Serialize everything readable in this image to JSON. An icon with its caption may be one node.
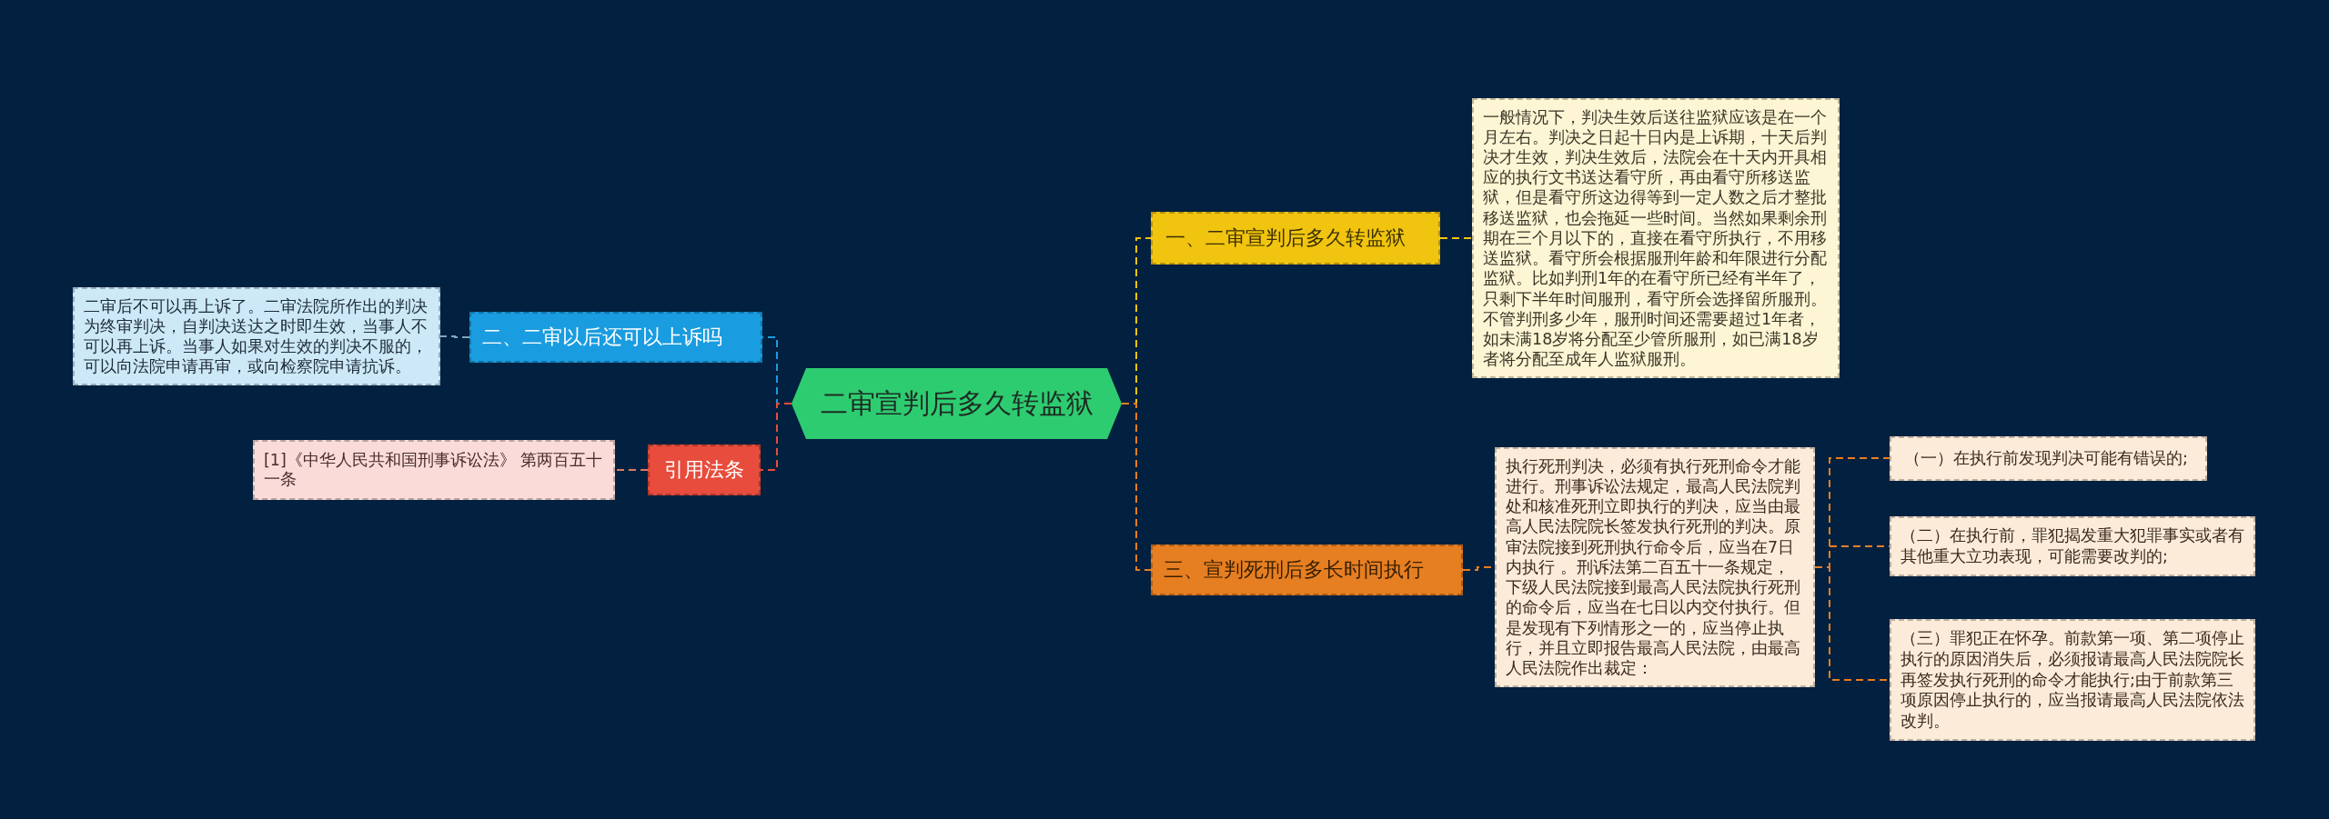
{
  "diagram": {
    "nodes": [
      {
        "text": [
          "二审宣判后多久转监狱"
        ]
      },
      {
        "text": [
          "一、二审宣判后多久转监狱"
        ]
      },
      {
        "text": [
          "一般情况下，判决生效后送往监狱应该是在一个月左右。判决之日起十日内是上诉期，十天后判决才生效，判决生效后，法院会在十天内开具相应的执行文书送达看守所，再由看守所移送监狱，但是看守所这边得等到一定人数之后才整批移送监狱，也会拖延一些时间。当然如果剩余刑期在三个月以下的，直接在看守所执行，不用移送监狱。看守所会根据服刑年龄和年限进行分配监狱。比如判刑1年的在看守所已经有半年了，只剩下半年时间服刑，看守所会选择留所服刑。不管判刑多少年，服刑时间还需要超过1年者，如未满18岁将分配至少管所服刑，如已满18岁者将分配至成年人监狱服刑。"
        ]
      },
      {
        "text": [
          "二、二审以后还可以上诉吗"
        ]
      },
      {
        "text": [
          "二审后不可以再上诉了。二审法院所作出的判决为终审判决，自判决送达之时即生效，当事人不可以再上诉。当事人如果对生效的判决不服的，可以向法院申请再审，或向检察院申请抗诉。"
        ]
      },
      {
        "text": [
          "引用法条"
        ]
      },
      {
        "text": [
          "[1]《中华人民共和国刑事诉讼法》 第两百五十一条"
        ]
      },
      {
        "text": [
          "三、宣判死刑后多长时间执行"
        ]
      },
      {
        "text": [
          "执行死刑判决，必须有执行死刑命令才能进行。刑事诉讼法规定，最高人民法院判处和核准死刑立即执行的判决，应当由最高人民法院院长签发执行死刑的判决。原审法院接到死刑执行命令后，应当在7日内执行 。刑诉法第二百五十一条规定，下级人民法院接到最高人民法院执行死刑的命令后，应当在七日以内交付执行。但是发现有下列情形之一的，应当停止执行，并且立即报告最高人民法院，由最高人民法院作出裁定："
        ]
      },
      {
        "text": [
          "（一）在执行前发现判决可能有错误的;"
        ]
      },
      {
        "text": [
          "（二）在执行前，罪犯揭发重大犯罪事实或者有其他重大立功表现，可能需要改判的;"
        ]
      },
      {
        "text": [
          "（三）罪犯正在怀孕。前款第一项、第二项停止执行的原因消失后，必须报请最高人民法院院长再签发执行死刑的命令才能执行;由于前款第三项原因停止执行的，应当报请最高人民法院依法改判。"
        ]
      }
    ],
    "edges": [
      {
        "from": 0,
        "to": 1,
        "arrow": "none",
        "style": "dashed",
        "color": "#f1c40f"
      },
      {
        "from": 1,
        "to": 2,
        "arrow": "none",
        "style": "dashed",
        "color": "#f1c40f"
      },
      {
        "from": 0,
        "to": 3,
        "arrow": "none",
        "style": "dashed",
        "color": "#1a9ce0"
      },
      {
        "from": 3,
        "to": 4,
        "arrow": "none",
        "style": "dashed",
        "color": "#7fa8c0"
      },
      {
        "from": 0,
        "to": 5,
        "arrow": "none",
        "style": "dashed",
        "color": "#e74c3c"
      },
      {
        "from": 5,
        "to": 6,
        "arrow": "none",
        "style": "dashed",
        "color": "#e07a5f"
      },
      {
        "from": 0,
        "to": 7,
        "arrow": "none",
        "style": "dashed",
        "color": "#e67e22"
      },
      {
        "from": 7,
        "to": 8,
        "arrow": "none",
        "style": "dashed",
        "color": "#e67e22"
      },
      {
        "from": 8,
        "to": 9,
        "arrow": "none",
        "style": "dashed",
        "color": "#e67e22"
      },
      {
        "from": 8,
        "to": 10,
        "arrow": "none",
        "style": "dashed",
        "color": "#e67e22"
      },
      {
        "from": 8,
        "to": 11,
        "arrow": "none",
        "style": "dashed",
        "color": "#e67e22"
      }
    ]
  }
}
